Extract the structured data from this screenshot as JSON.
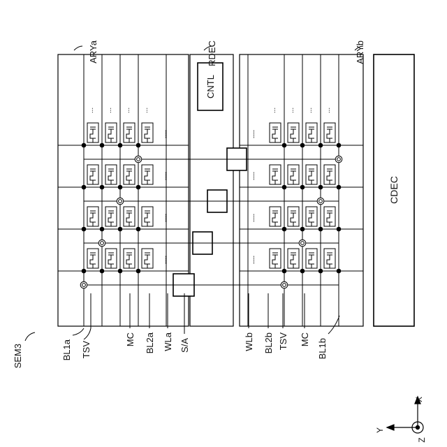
{
  "labels": {
    "arya": "ARYa",
    "rdec": "RDEC",
    "aryb": "ARYb",
    "cntl": "CNTL",
    "cdec": "CDEC",
    "sem3": "SEM3",
    "bl1a": "BL1a",
    "tsv_left": "TSV",
    "mc_left": "MC",
    "bl2a": "BL2a",
    "wla": "WLa",
    "sa": "S/A",
    "wlb": "WLb",
    "bl2b": "BL2b",
    "tsv_right": "TSV",
    "mc_right": "MC",
    "bl1b": "BL1b",
    "ellipsis_dash": "----",
    "ellipsis_dots": "...",
    "axis_x": "X",
    "axis_y": "Y",
    "axis_z": "Z"
  }
}
